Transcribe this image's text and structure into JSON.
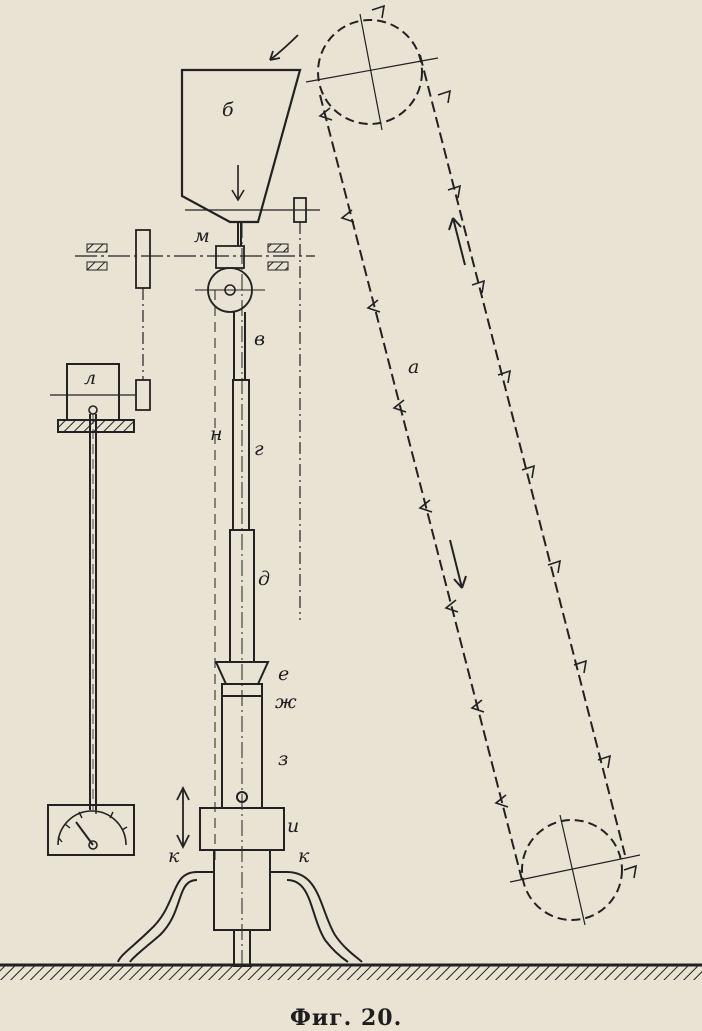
{
  "figure": {
    "caption": "Фиг. 20.",
    "labels": {
      "a": "а",
      "b": "б",
      "v": "в",
      "g": "г",
      "d": "д",
      "e": "е",
      "zh": "ж",
      "z": "з",
      "i": "и",
      "k_left": "к",
      "k_right": "к",
      "l": "л",
      "m": "м",
      "n": "н"
    }
  }
}
